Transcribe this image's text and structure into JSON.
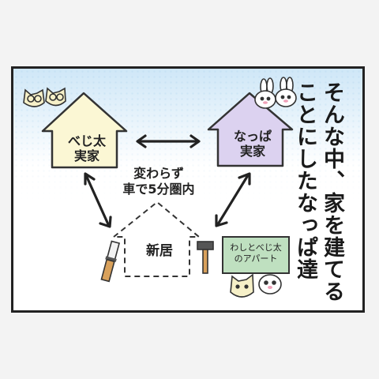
{
  "colors": {
    "beji_house": "#fbf7d4",
    "nappa_house": "#dcd2f0",
    "sign_bg": "#bfe0c0",
    "panel_gradient": "#cfe7f7"
  },
  "beji_house": {
    "line1": "べじ太",
    "line2": "実家"
  },
  "nappa_house": {
    "line1": "なっぱ",
    "line2": "実家"
  },
  "new_house": {
    "label": "新居"
  },
  "distance": {
    "line1": "変わらず",
    "line2": "車で5分圏内"
  },
  "sign": {
    "line1": "わしとべじ太",
    "line2": "のアパート"
  },
  "narration": {
    "text": "そんな中、家を建てる\nことにしたなっぱ達"
  },
  "icons": [
    "cats-with-glasses-icon",
    "rabbits-icon",
    "chisel-icon",
    "hammer-icon",
    "cat-face-icon",
    "rabbit-face-icon",
    "double-arrow-icon"
  ]
}
